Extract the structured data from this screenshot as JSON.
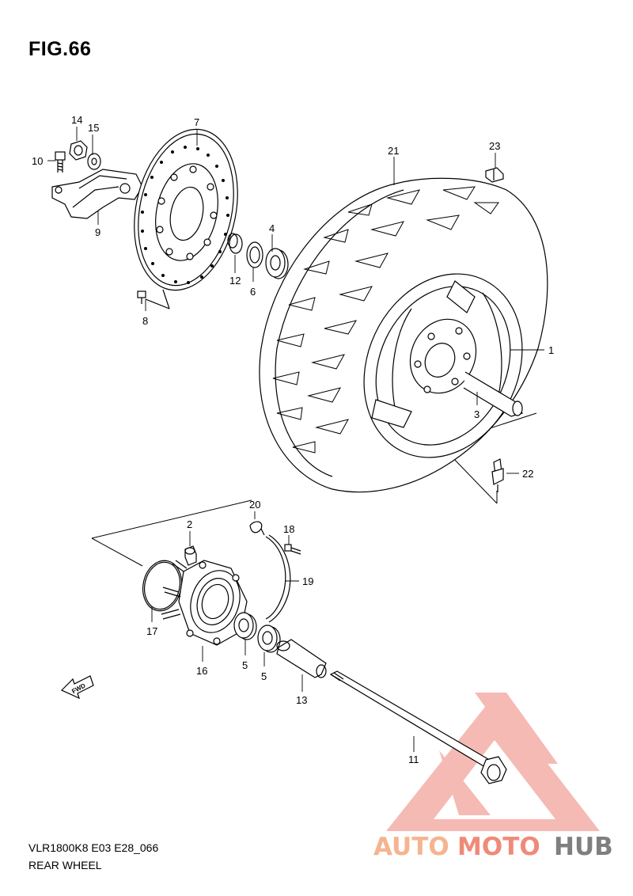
{
  "figure_title": "FIG.66",
  "footer": {
    "model_code": "VLR1800K8 E03 E28_066",
    "section_name": "REAR WHEEL"
  },
  "fwd_label": "FWD",
  "watermark": {
    "part1": "AUTO",
    "part2": "MOTO",
    "part3": "HUB",
    "color1": "#f5b48f",
    "color2": "#f08a78",
    "color3": "#7f7f7f"
  },
  "callouts": [
    "1",
    "2",
    "3",
    "4",
    "5",
    "5",
    "6",
    "7",
    "8",
    "9",
    "10",
    "11",
    "12",
    "13",
    "14",
    "15",
    "16",
    "17",
    "18",
    "19",
    "20",
    "21",
    "22",
    "23"
  ]
}
